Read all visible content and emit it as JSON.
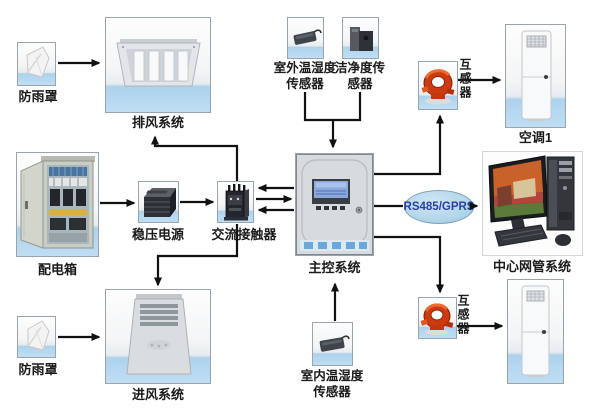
{
  "diagram": {
    "nodes": {
      "rain_cover_top": {
        "label": "防雨罩"
      },
      "exhaust_system": {
        "label": "排风系统"
      },
      "outdoor_sensor": {
        "label": "室外温湿度\n传感器"
      },
      "cleanliness_sensor": {
        "label": "洁净度传\n感器"
      },
      "ct_top": {
        "label": "互感器"
      },
      "air_conditioner_1": {
        "label": "空调1"
      },
      "distribution_box": {
        "label": "配电箱"
      },
      "voltage_regulator": {
        "label": "稳压电源"
      },
      "ac_contactor": {
        "label": "交流接触器"
      },
      "main_control": {
        "label": "主控系统"
      },
      "comm_link": {
        "label": "RS485/GPRS"
      },
      "network_center": {
        "label": "中心网管系统"
      },
      "rain_cover_bottom": {
        "label": "防雨罩"
      },
      "intake_system": {
        "label": "进风系统"
      },
      "indoor_sensor": {
        "label": "室内温湿度\n传感器"
      },
      "ct_bottom": {
        "label": "互感器"
      }
    },
    "connections": [
      {
        "from": "防雨罩(上)",
        "to": "排风系统"
      },
      {
        "from": "配电箱",
        "to": "稳压电源"
      },
      {
        "from": "稳压电源",
        "to": "交流接触器"
      },
      {
        "from": "交流接触器",
        "to": "主控系统",
        "bidirectional": true
      },
      {
        "from": "交流接触器",
        "to": "排风系统"
      },
      {
        "from": "交流接触器",
        "to": "进风系统"
      },
      {
        "from": "室外温湿度传感器",
        "to": "主控系统"
      },
      {
        "from": "洁净度传感器",
        "to": "主控系统"
      },
      {
        "from": "主控系统",
        "to": "互感器(上)"
      },
      {
        "from": "互感器(上)",
        "to": "空调1"
      },
      {
        "from": "主控系统",
        "to": "RS485/GPRS"
      },
      {
        "from": "RS485/GPRS",
        "to": "中心网管系统"
      },
      {
        "from": "主控系统",
        "to": "互感器(下)"
      },
      {
        "from": "互感器(下)",
        "to": "空调(下)"
      },
      {
        "from": "室内温湿度传感器",
        "to": "主控系统"
      },
      {
        "from": "防雨罩(下)",
        "to": "进风系统"
      }
    ],
    "colors": {
      "line": "#111111",
      "label": "#1a1a1a",
      "box_border": "#9aa4ac",
      "box_blue_band": "#aed2ec",
      "oval_fill": "#b3d6ea",
      "oval_border": "#7da2ba",
      "oval_text": "#2b3f9e",
      "ring_red": "#cc3a12"
    }
  }
}
